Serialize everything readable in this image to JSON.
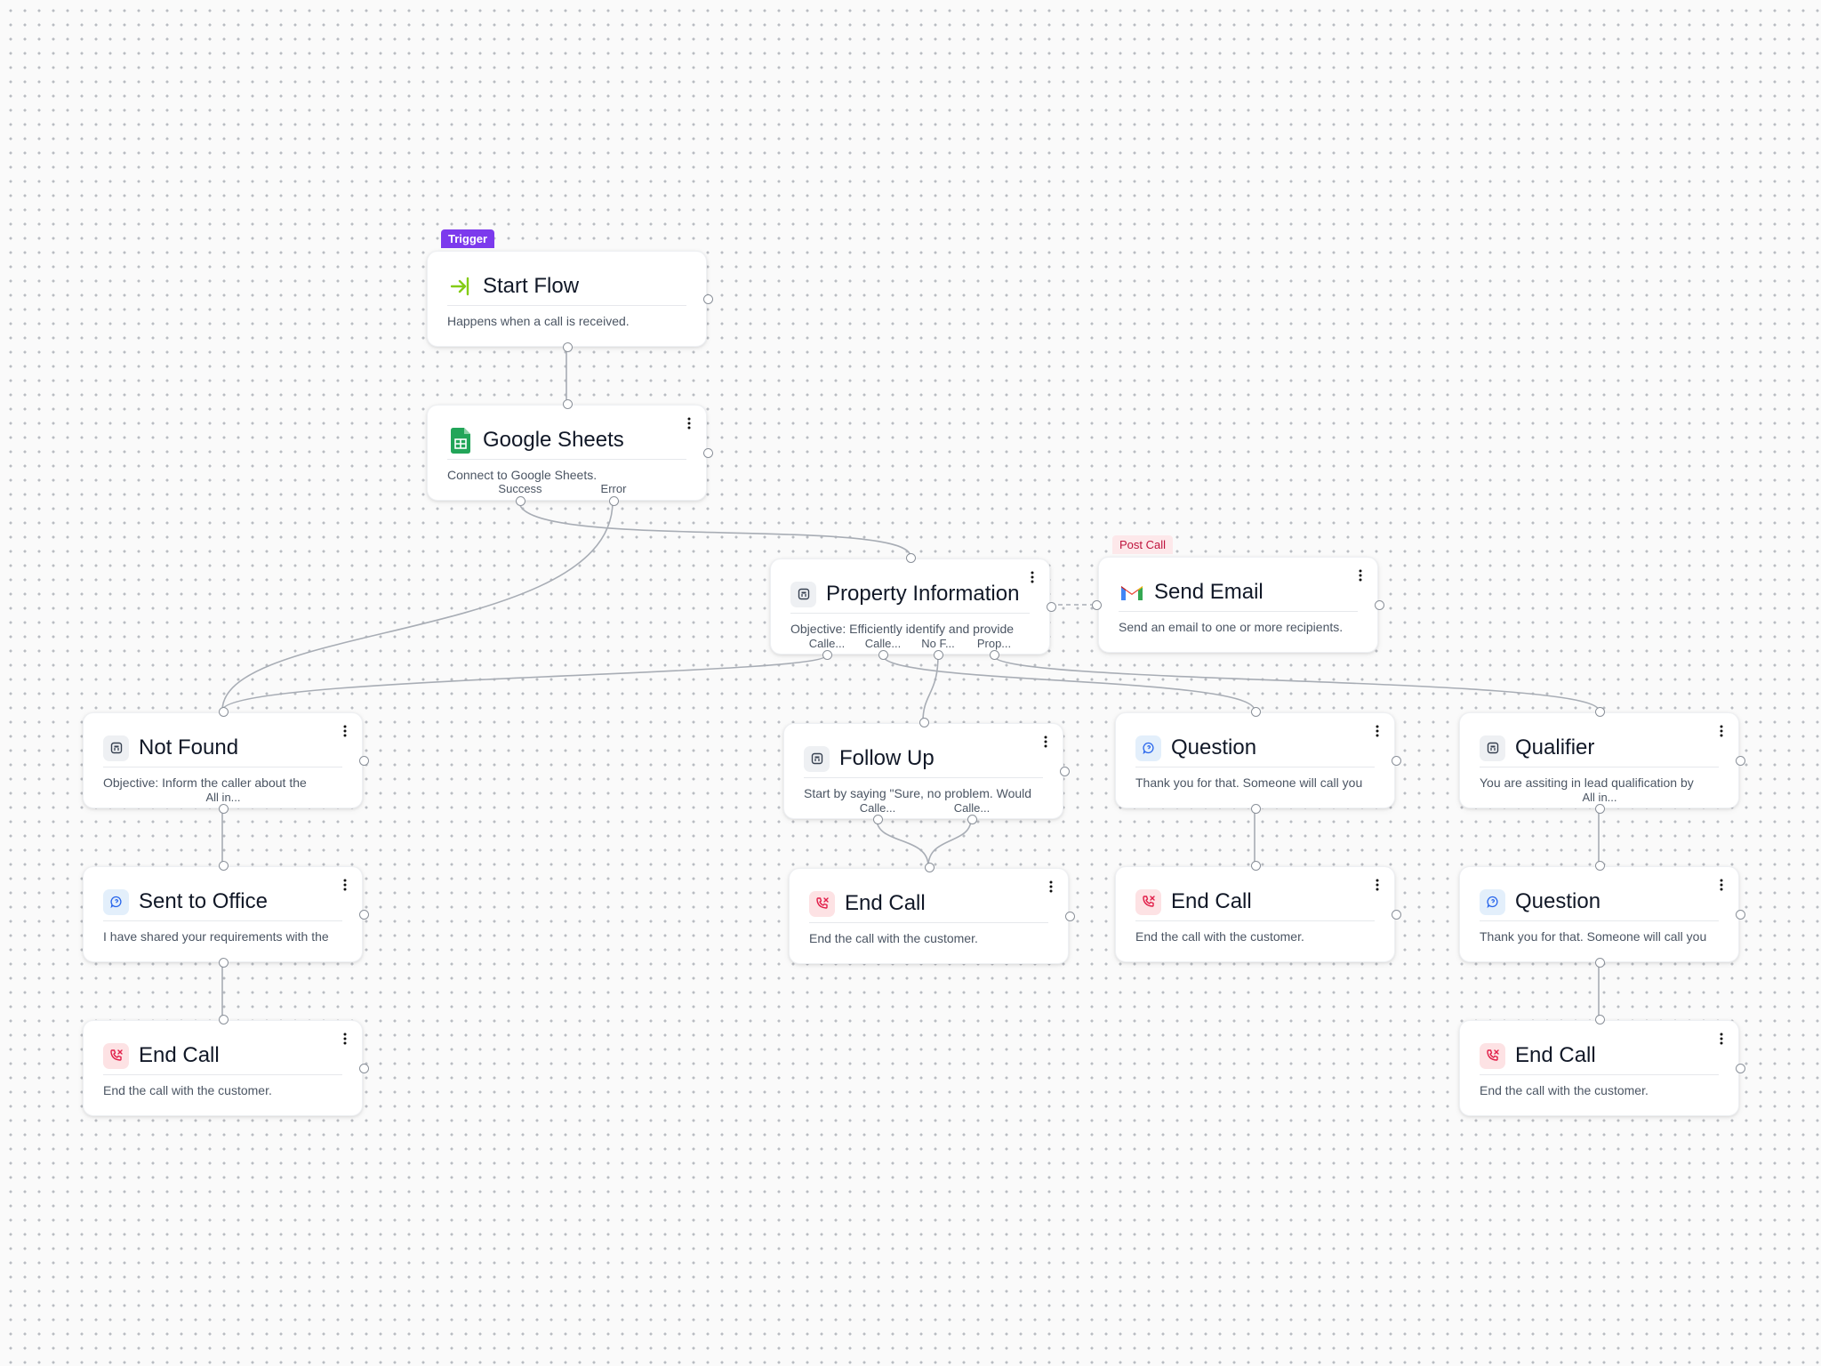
{
  "canvas": {
    "background": "#fafafa",
    "dot_color": "#b9bcc2",
    "edge_color": "#a8adb5"
  },
  "badges": {
    "trigger": "Trigger",
    "post_call": "Post Call"
  },
  "nodes": {
    "start_flow": {
      "title": "Start Flow",
      "desc": "Happens when a call is received.",
      "icon": "enter-icon"
    },
    "google_sheets": {
      "title": "Google Sheets",
      "desc": "Connect to Google Sheets.",
      "icon": "google-sheets-icon",
      "outputs": [
        "Success",
        "Error"
      ]
    },
    "property_information": {
      "title": "Property Information",
      "desc": "Objective: Efficiently identify and provide",
      "icon": "objective-icon",
      "outputs": [
        "Calle...",
        "Calle...",
        "No F...",
        "Prop..."
      ]
    },
    "send_email": {
      "title": "Send Email",
      "desc": "Send an email to one or more recipients.",
      "icon": "gmail-icon"
    },
    "not_found": {
      "title": "Not Found",
      "desc": "Objective: Inform the caller about the",
      "icon": "objective-icon",
      "outputs": [
        "All in..."
      ]
    },
    "follow_up": {
      "title": "Follow Up",
      "desc": "Start by saying \"Sure, no problem. Would",
      "icon": "objective-icon",
      "outputs": [
        "Calle...",
        "Calle..."
      ]
    },
    "question_1": {
      "title": "Question",
      "desc": "Thank you for that. Someone will call you",
      "icon": "chat-icon"
    },
    "qualifier": {
      "title": "Qualifier",
      "desc": "You are assiting in lead qualification by",
      "icon": "objective-icon",
      "outputs": [
        "All in..."
      ]
    },
    "sent_to_office": {
      "title": "Sent to Office",
      "desc": "I have shared your requirements with the",
      "icon": "chat-icon"
    },
    "end_call_1": {
      "title": "End Call",
      "desc": "End the call with the customer.",
      "icon": "end-call-icon"
    },
    "end_call_2": {
      "title": "End Call",
      "desc": "End the call with the customer.",
      "icon": "end-call-icon"
    },
    "question_2": {
      "title": "Question",
      "desc": "Thank you for that. Someone will call you",
      "icon": "chat-icon"
    },
    "end_call_3": {
      "title": "End Call",
      "desc": "End the call with the customer.",
      "icon": "end-call-icon"
    },
    "end_call_4": {
      "title": "End Call",
      "desc": "End the call with the customer.",
      "icon": "end-call-icon"
    }
  }
}
